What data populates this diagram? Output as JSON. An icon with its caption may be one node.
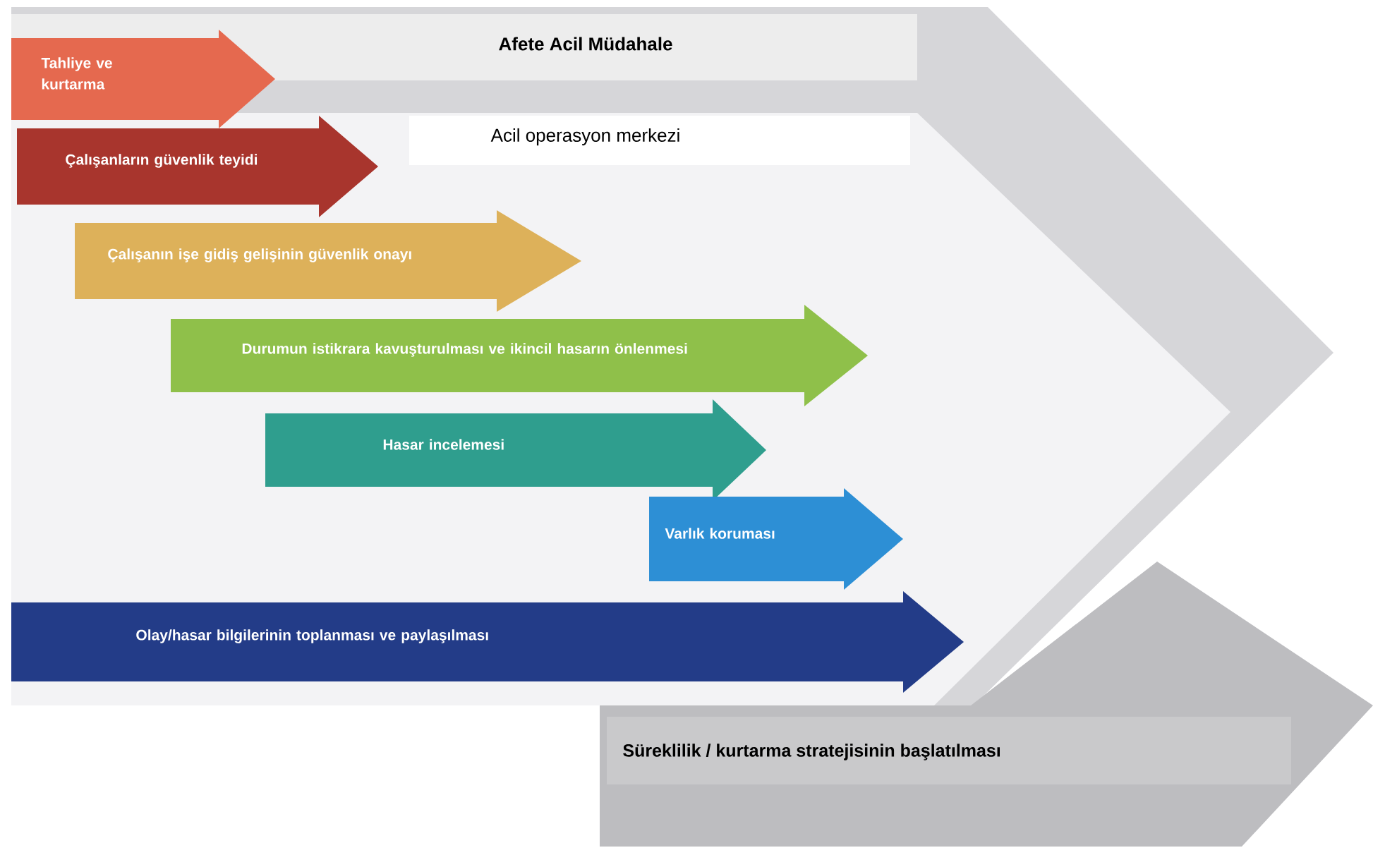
{
  "diagram": {
    "nodes": [
      {
        "text": [
          "Afete Acil Müdahale"
        ]
      },
      {
        "text": [
          "Acil operasyon merkezi"
        ],
        "in": 0
      },
      {
        "text": [
          "Tahliye ve kurtarma"
        ],
        "in": 0
      },
      {
        "text": [
          "Çalışanların güvenlik teyidi"
        ],
        "in": 1
      },
      {
        "text": [
          "Çalışanın işe gidiş gelişinin güvenlik onayı"
        ],
        "in": 1
      },
      {
        "text": [
          "Durumun istikrara kavuşturulması ve ikincil hasarın önlenmesi"
        ],
        "in": 1
      },
      {
        "text": [
          "Hasar incelemesi"
        ],
        "in": 1
      },
      {
        "text": [
          "Varlık koruması"
        ],
        "in": 1
      },
      {
        "text": [
          "Olay/hasar bilgilerinin toplanması ve paylaşılması"
        ],
        "in": 1
      },
      {
        "text": [
          "Süreklilik / kurtarma stratejisinin başlatılması"
        ]
      }
    ]
  }
}
